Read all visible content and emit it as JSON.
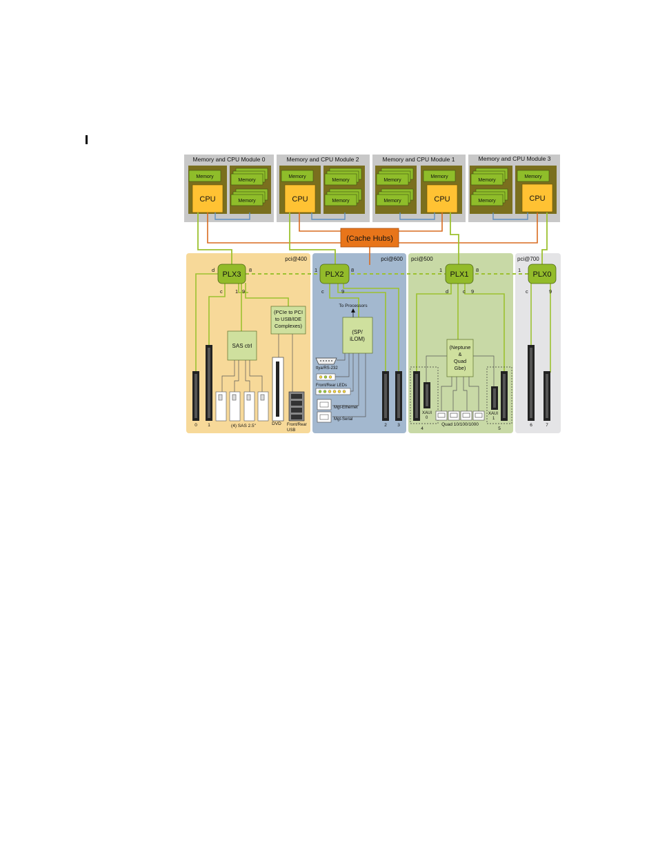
{
  "modules": [
    {
      "title": "Memory and CPU Module 0",
      "cpu": "CPU",
      "memory": "Memory"
    },
    {
      "title": "Memory and CPU Module 2",
      "cpu": "CPU",
      "memory": "Memory"
    },
    {
      "title": "Memory and CPU Module 1",
      "cpu": "CPU",
      "memory": "Memory"
    },
    {
      "title": "Memory and CPU Module 3",
      "cpu": "CPU",
      "memory": "Memory"
    }
  ],
  "cache_hubs": "(Cache Hubs)",
  "regions": [
    {
      "label": "pci@400",
      "switch": "PLX3",
      "ports": {
        "top_left": "d",
        "top_right": "8",
        "bottom_left": "c",
        "bottom_mid": "1",
        "bottom_right": "9"
      }
    },
    {
      "label": "pci@600",
      "switch": "PLX2",
      "ports": {
        "top_left": "1",
        "top_right": "8",
        "bottom_left": "c",
        "bottom_right": "9"
      }
    },
    {
      "label": "pci@500",
      "switch": "PLX1",
      "ports": {
        "top_left": "1",
        "top_right": "8",
        "bottom_left": "d",
        "bottom_mid": "c",
        "bottom_right": "9"
      }
    },
    {
      "label": "pci@700",
      "switch": "PLX0",
      "ports": {
        "top_left": "1",
        "bottom_left": "c",
        "bottom_right": "9"
      }
    }
  ],
  "sas_ctrl": "SAS ctrl",
  "pcie_bridge": [
    "(PCIe to PCI",
    "to USB/IDE",
    "Complexes)"
  ],
  "sp_ilom": [
    "(SP/",
    "iLOM)"
  ],
  "to_processors": "To Processors",
  "neptune": [
    "(Neptune",
    "&",
    "Quad",
    "Gbe)"
  ],
  "labels": {
    "sas_disks": "(4) SAS 2.5\"",
    "dvd": "DVD",
    "usb": [
      "Front/Rear",
      "USB"
    ],
    "tty": "ttya/RS-232",
    "leds": "Front/Rear LEDs",
    "mgt_ethernet": "Mgt-Ethernet",
    "mgt_serial": "Mgt-Serial",
    "quad": "Quad 10/100/1000",
    "xaui0": [
      "XAUI",
      "0"
    ],
    "xaui1": [
      "XAUI",
      "1"
    ]
  },
  "slots": [
    "0",
    "1",
    "2",
    "3",
    "4",
    "5",
    "6",
    "7"
  ],
  "colors": {
    "module_bg": "#c8c8c8",
    "module_inner": "#7a6f1e",
    "memory": "#8fbd2a",
    "cpu": "#ffc233",
    "cache_hub": "#e8751a",
    "orange_wire": "#d86a1e",
    "green_wire": "#9cc12f",
    "blue_wire": "#5f8fbf",
    "region_400": "#f7d999",
    "region_600": "#a3b8cf",
    "region_500": "#c8d9a6",
    "region_700": "#e4e4e6",
    "plx": "#93bb2a",
    "box_green": "#cfe09e",
    "slot": "#222222"
  }
}
